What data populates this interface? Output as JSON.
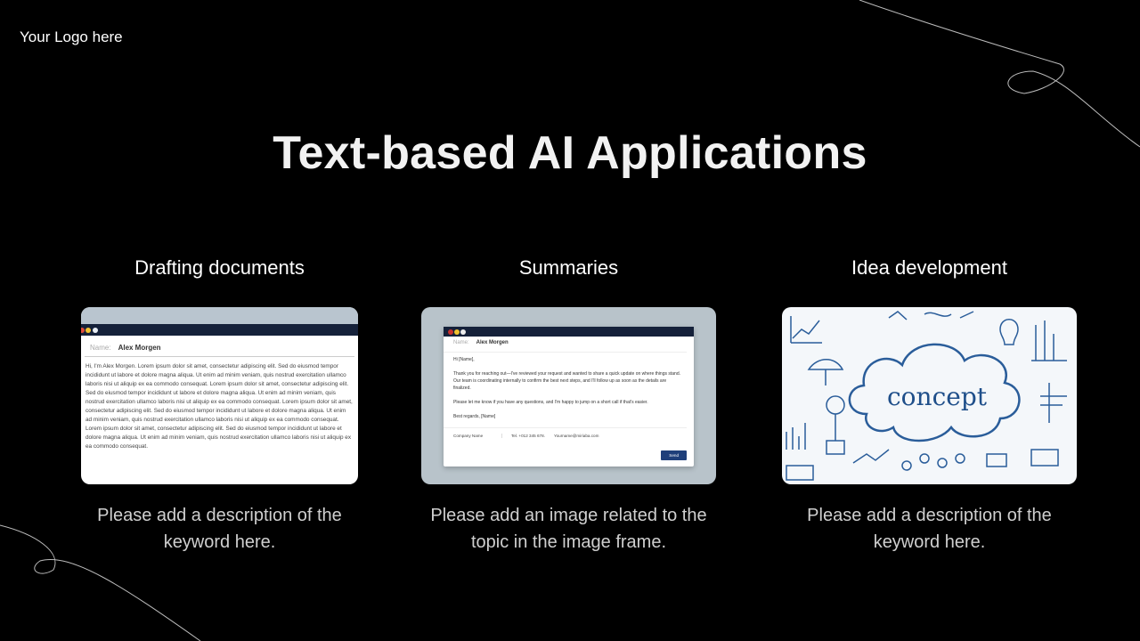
{
  "logo": "Your Logo here",
  "title": "Text-based AI Applications",
  "columns": [
    {
      "heading": "Drafting documents",
      "description_lines": [
        "Please add a description of the",
        "keyword here."
      ],
      "image": {
        "name_label": "Name:",
        "name_value": "Alex Morgen",
        "body": "Hi, I'm Alex Morgen. Lorem ipsum dolor sit amet, consectetur adipiscing elit. Sed do eiusmod tempor incididunt ut labore et dolore magna aliqua. Ut enim ad minim veniam, quis nostrud exercitation ullamco laboris nisi ut aliquip ex ea commodo consequat. Lorem ipsum dolor sit amet, consectetur adipiscing elit. Sed do eiusmod tempor incididunt ut labore et dolore magna aliqua. Ut enim ad minim veniam, quis nostrud exercitation ullamco laboris nisi ut aliquip ex ea commodo consequat. Lorem ipsum dolor sit amet, consectetur adipiscing elit. Sed do eiusmod tempor incididunt ut labore et dolore magna aliqua. Ut enim ad minim veniam, quis nostrud exercitation ullamco laboris nisi ut aliquip ex ea commodo consequat. Lorem ipsum dolor sit amet, consectetur adipiscing elit. Sed do eiusmod tempor incididunt ut labore et dolore magna aliqua. Ut enim ad minim veniam, quis nostrud exercitation ullamco laboris nisi ut aliquip ex ea commodo consequat."
      }
    },
    {
      "heading": "Summaries",
      "description_lines": [
        "Please add an image related to the",
        "topic in the image frame."
      ],
      "image": {
        "name_label": "Name:",
        "name_value": "Alex Morgen",
        "greeting": "Hi [Name],",
        "para1": "Thank you for reaching out—I've reviewed your request and wanted to share a quick update on where things stand. Our team is coordinating internally to confirm the best next steps, and I'll follow up as soon as the details are finalized.",
        "para2": "Please let me know if you have any questions, and I'm happy to jump on a short call if that's easier.",
        "signoff": "Best regards, [Name]",
        "company": "Company Name",
        "tel": "Tel. +012 345 678.",
        "email": "Yourname@miriaba.com",
        "send": "Send"
      }
    },
    {
      "heading": "Idea development",
      "description_lines": [
        "Please add a description of the",
        "keyword here."
      ],
      "image": {
        "word": "concept"
      }
    }
  ],
  "colors": {
    "background": "#000000",
    "window_bar": "#15213a",
    "send_button": "#1f3f7a",
    "doodle": "#2a5d9a"
  }
}
